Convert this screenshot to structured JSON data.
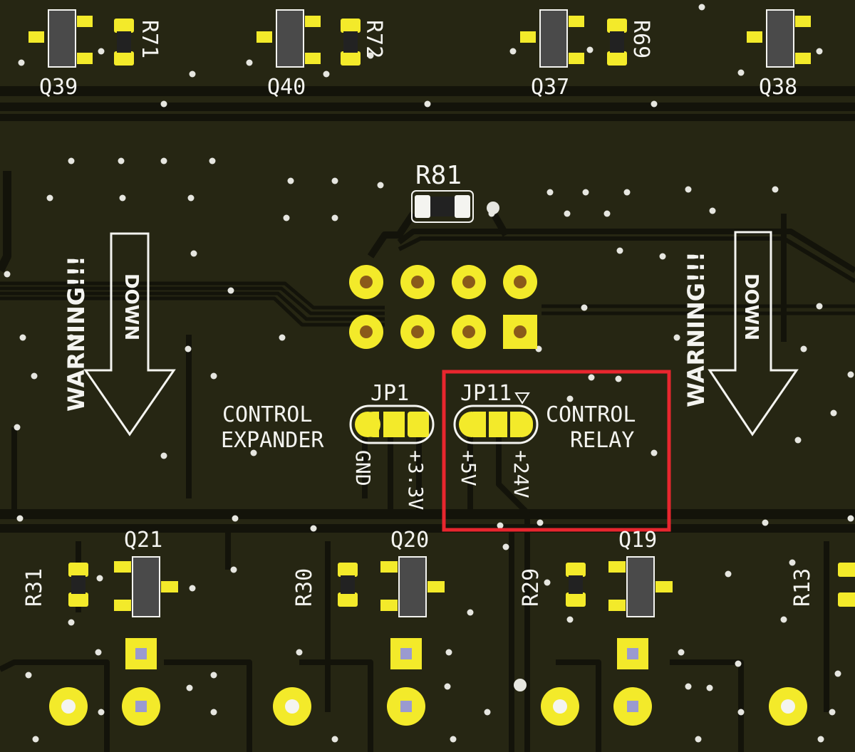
{
  "colors": {
    "board": "#262613",
    "copper_track": "#13130a",
    "track_edge": "#3a3a20",
    "pad": "#f3ea2a",
    "pad_hole": "#8a5a1a",
    "silk": "#f4f4f0",
    "chip": "#4a4a4a",
    "highlight": "#e8262e"
  },
  "top_row": {
    "transistors": [
      "Q39",
      "Q40",
      "Q37",
      "Q38"
    ],
    "resistors": [
      "R71",
      "R72",
      "R69"
    ]
  },
  "center": {
    "resistor": "R81",
    "header_icon": "pin-header-2x4-icon"
  },
  "left_warning": {
    "text": "WARNING!!!",
    "arrow_text": "DOWN"
  },
  "right_warning": {
    "text": "WARNING!!!",
    "arrow_text": "DOWN"
  },
  "jumper_expander": {
    "ref": "JP1",
    "label_line1": "CONTROL",
    "label_line2": "EXPANDER",
    "pin_left": "GND",
    "pin_right": "+3.3V"
  },
  "jumper_relay": {
    "ref": "JP11",
    "label_line1": "CONTROL",
    "label_line2": "RELAY",
    "pin_left": "+5V",
    "pin_right": "+24V"
  },
  "bottom_row": {
    "transistors": [
      "Q21",
      "Q20",
      "Q19"
    ],
    "resistors": [
      "R31",
      "R30",
      "R29",
      "R13"
    ]
  }
}
